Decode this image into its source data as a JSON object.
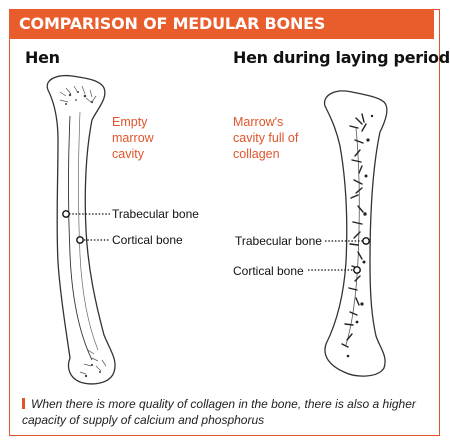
{
  "title": "COMPARISON OF MEDULAR BONES",
  "left": {
    "heading": "Hen",
    "note_lines": [
      "Empty",
      "marrow",
      "cavity"
    ],
    "label_trabecular": "Trabecular bone",
    "label_cortical": "Cortical bone"
  },
  "right": {
    "heading": "Hen during laying period",
    "note_lines": [
      "Marrow's",
      "cavity full of",
      "collagen"
    ],
    "label_trabecular": "Trabecular bone",
    "label_cortical": "Cortical bone"
  },
  "caption": "When there is more quality of collagen in the bone, there is also a higher capacity of supply of calcium and phosphorus",
  "colors": {
    "accent": "#e95d2d",
    "text": "#111111"
  }
}
